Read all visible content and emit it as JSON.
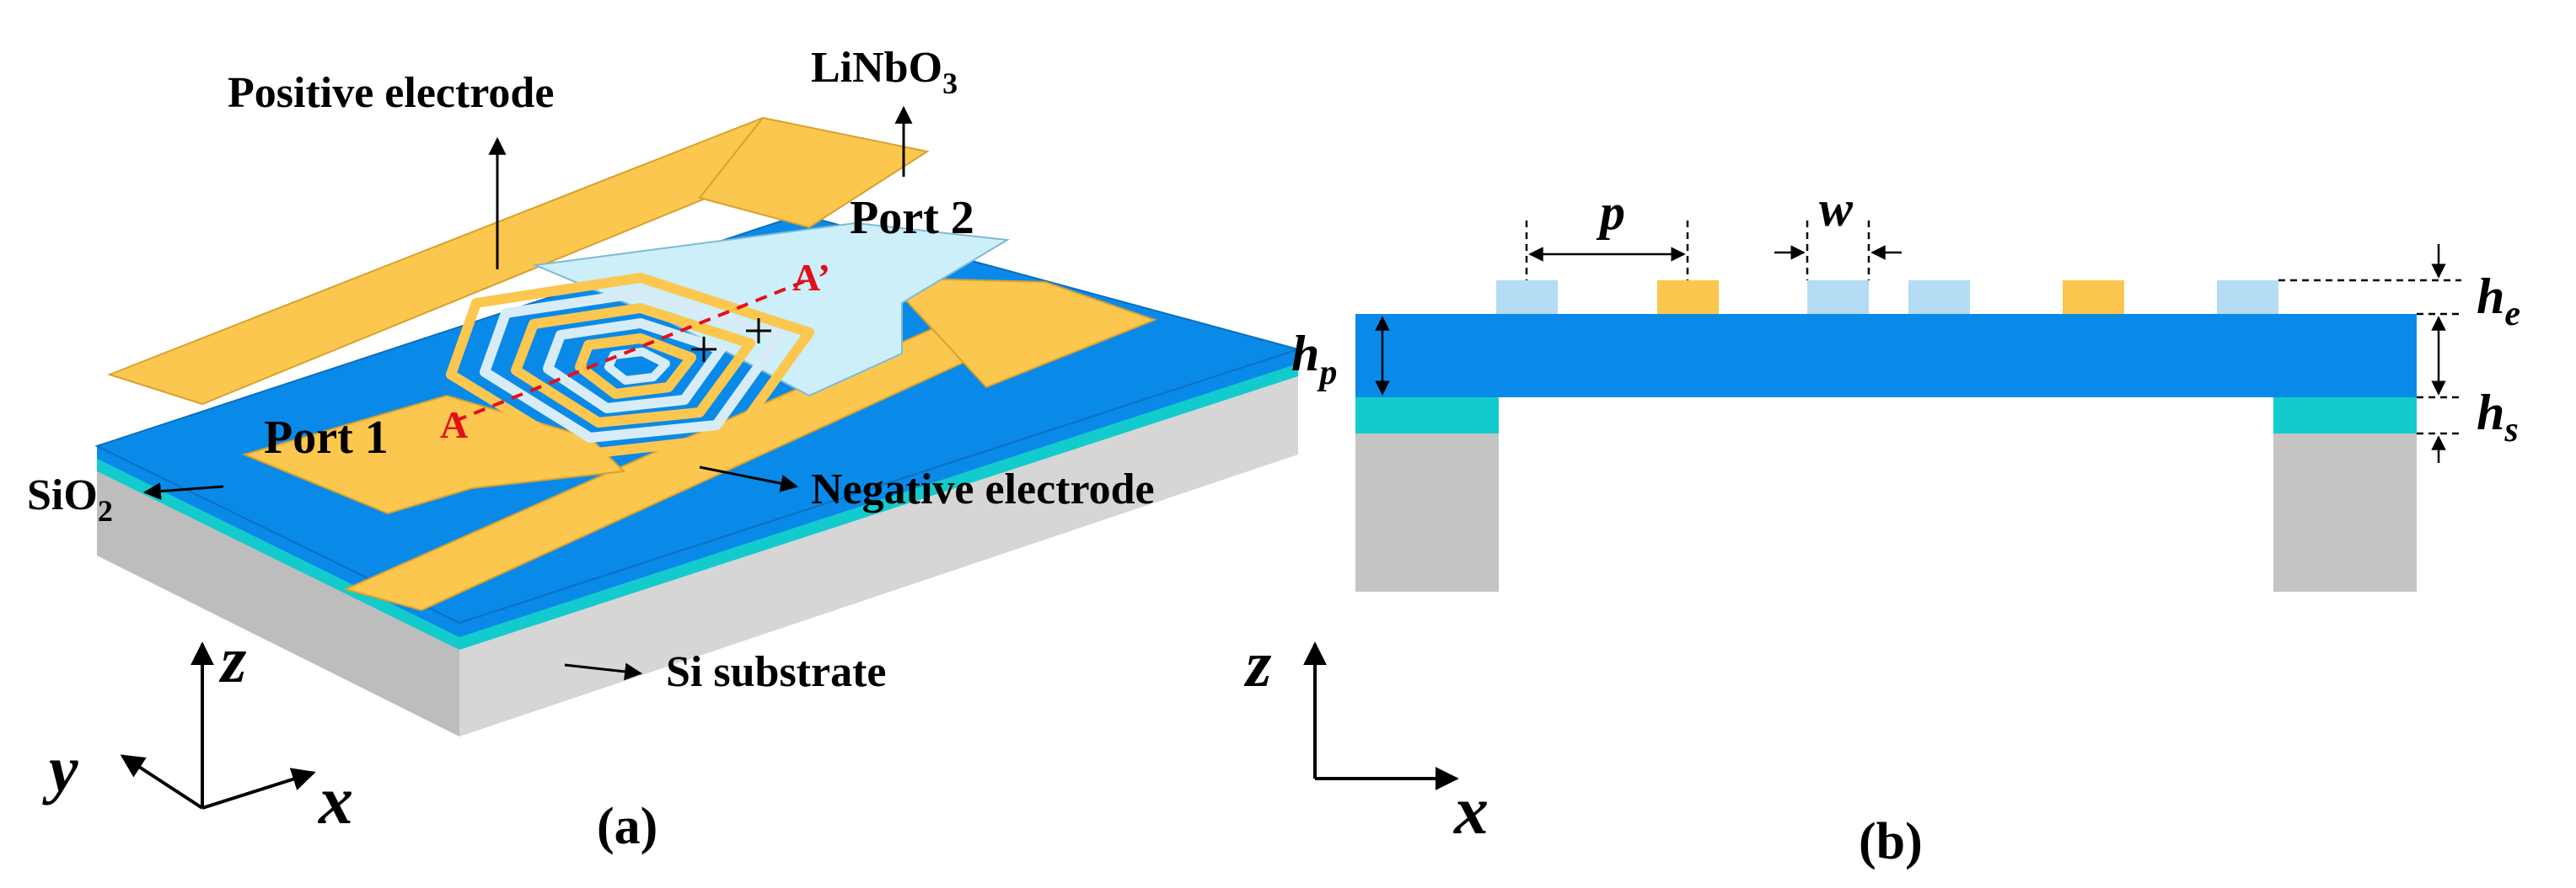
{
  "panel_a": {
    "caption": "(a)",
    "labels": {
      "positive_electrode": "Positive electrode",
      "linbo3_main": "LiNbO",
      "linbo3_sub": "3",
      "port1": "Port 1",
      "port2": "Port 2",
      "sio2_main": "SiO",
      "sio2_sub": "2",
      "negative_electrode": "Negative electrode",
      "si_substrate": "Si substrate",
      "point_a": "A",
      "point_a_prime": "A’"
    },
    "axes": {
      "z": "z",
      "y": "y",
      "x": "x"
    }
  },
  "panel_b": {
    "caption": "(b)",
    "dims": {
      "p": "p",
      "w": "w",
      "h_p_main": "h",
      "h_p_sub": "p",
      "h_e_main": "h",
      "h_e_sub": "e",
      "h_s_main": "h",
      "h_s_sub": "s"
    },
    "axes": {
      "z": "z",
      "x": "x"
    }
  },
  "colors": {
    "gold": "#fcc74e",
    "blue": "#0a8ae8",
    "light_blue": "#b4dcf5",
    "teal": "#13cbcc",
    "gray": "#c4c4c4",
    "red": "#e3101a"
  }
}
